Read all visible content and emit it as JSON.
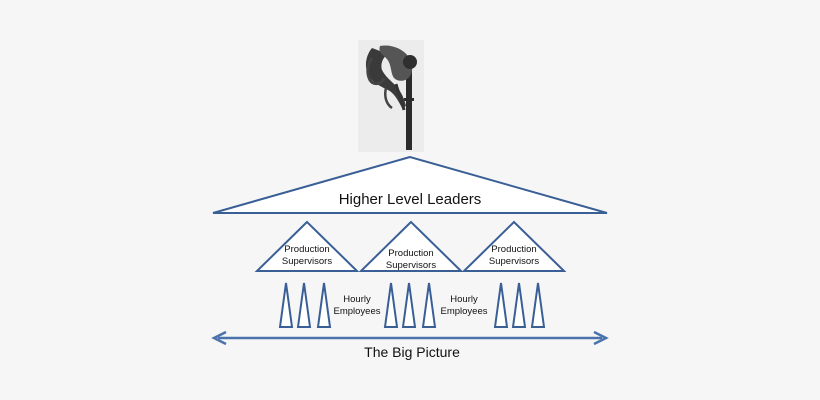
{
  "diagram": {
    "top_label": "Higher Level Leaders",
    "supervisors": [
      {
        "line1": "Production",
        "line2": "Supervisors"
      },
      {
        "line1": "Production",
        "line2": "Supervisors"
      },
      {
        "line1": "Production",
        "line2": "Supervisors"
      }
    ],
    "hourly": [
      {
        "line1": "Hourly",
        "line2": "Employees"
      },
      {
        "line1": "Hourly",
        "line2": "Employees"
      }
    ],
    "bottom_label": "The Big Picture"
  },
  "colors": {
    "stroke": "#3a5f96",
    "arrow": "#4a73ad",
    "fill": "#ffffff",
    "text": "#111111",
    "background": "#f6f6f6"
  },
  "icons": [
    "person-on-stilt-illustration"
  ]
}
